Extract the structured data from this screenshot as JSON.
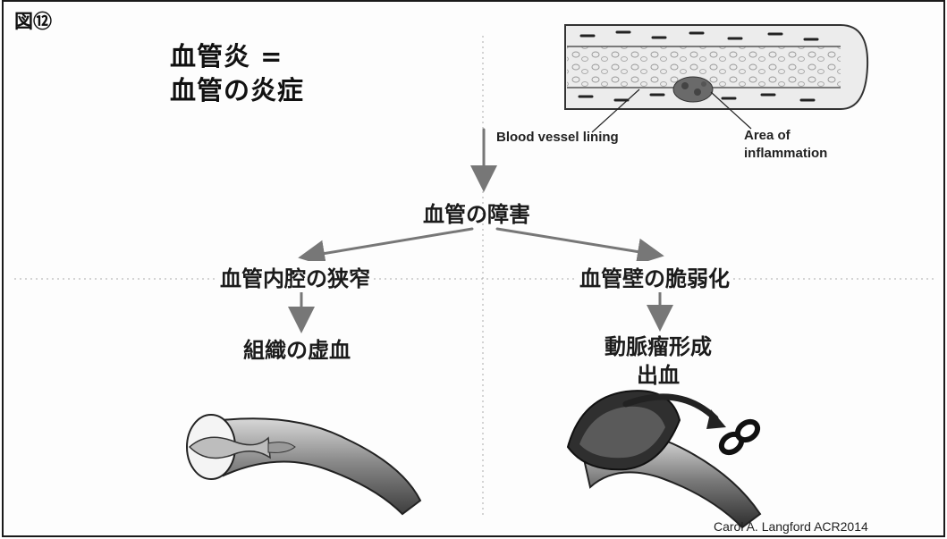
{
  "figure": {
    "label": "図⑫",
    "title_line1": "血管炎 =",
    "title_line2": "血管の炎症"
  },
  "illustration_labels": {
    "vessel_lining": "Blood vessel lining",
    "inflammation_line1": "Area of",
    "inflammation_line2": "inflammation"
  },
  "nodes": {
    "damage": "血管の障害",
    "narrowing": "血管内腔の狭窄",
    "weakening": "血管壁の脆弱化",
    "ischemia": "組織の虚血",
    "aneurysm": "動脈瘤形成",
    "bleeding": "出血"
  },
  "credit": "Carol A. Langford ACR2014"
}
